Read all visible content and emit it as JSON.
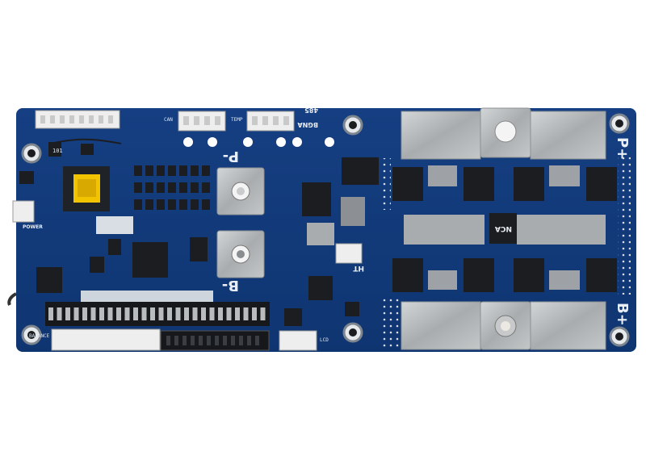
{
  "image": {
    "subject": "BMS circuit board",
    "colors": {
      "background": "#ffffff",
      "pcb": "#123a7a",
      "pcb_dark": "#0b2a5e",
      "silkscreen": "#e9eef5",
      "metal": "#b9bcbe",
      "chip": "#1b1d20",
      "connector": "#eeeeee",
      "transformer": "#f2c400"
    }
  },
  "silkscreen": {
    "p_minus": "P-",
    "b_minus": "B-",
    "p_plus": "P+",
    "b_plus": "B+",
    "ht": "HT",
    "power": "POWER",
    "rs485": "485",
    "bgna": "BGNA",
    "nca": "NCA",
    "ic_code": "101",
    "balance": "BALANCE",
    "lcd": "LCD",
    "can": "CAN",
    "temp": "TEMP"
  }
}
